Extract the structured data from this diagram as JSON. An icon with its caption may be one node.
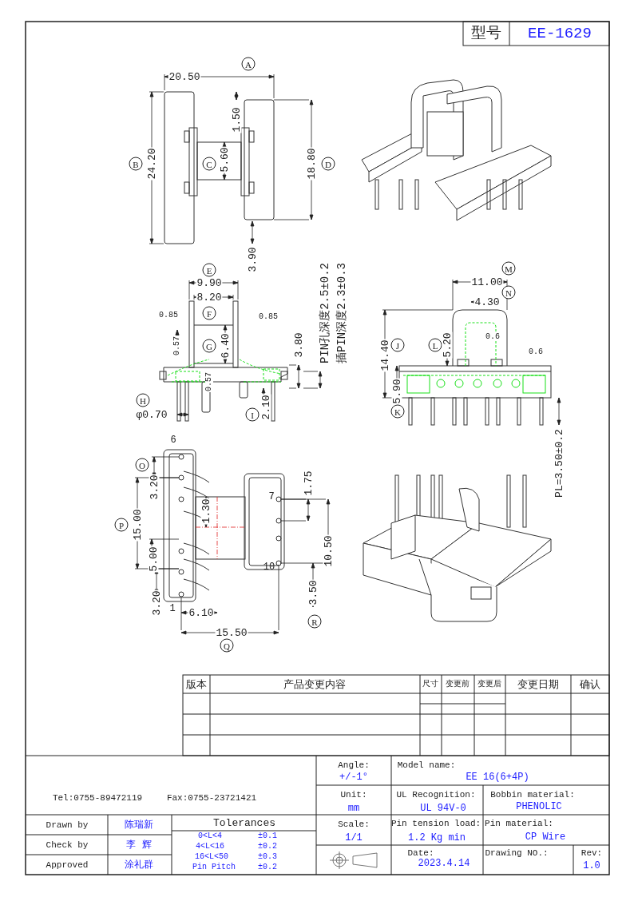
{
  "diagram": {
    "labels": [
      "型号",
      "EE-1629",
      "A",
      "20.50",
      "B",
      "24.20",
      "1.50",
      "C",
      "5.60",
      "18.80",
      "D",
      "3.90",
      "E",
      "9.90",
      "8.20",
      "0.85",
      "F",
      "0.85",
      "0.57",
      "G",
      "6.40",
      "0.57",
      "3.80",
      "PIN孔深度2.5±0.2",
      "插PIN深度2.3±0.3",
      "H",
      "φ0.70",
      "I",
      "2.10",
      "M",
      "11.00",
      "N",
      "4.30",
      "0.6",
      "0.6",
      "J",
      "14.40",
      "L",
      "5.20",
      "5.90",
      "K",
      "PL=3.50±0.2",
      "6",
      "O",
      "3.20",
      "P",
      "15.00",
      "1.30",
      "5.00",
      "3.20",
      "1",
      "6.10",
      "7",
      "1.75",
      "10.50",
      "10",
      "3.50",
      "R",
      "15.50",
      "Q",
      "版本",
      "产品变更内容",
      "尺寸",
      "变更前",
      "变更后",
      "变更日期",
      "确认",
      "Tel:0755-89472119",
      "Fax:0755-23721421",
      "Drawn by",
      "陈瑞新",
      "Check by",
      "李 辉",
      "Approved",
      "涂礼群",
      "Tolerances",
      "0<L<4",
      "±0.1",
      "4<L<16",
      "±0.2",
      "16<L<50",
      "±0.3",
      "Pin Pitch",
      "±0.2",
      "Angle:",
      "+/-1°",
      "Model name:",
      "EE 16(6+4P)",
      "Unit:",
      "mm",
      "UL Recognition:",
      "UL 94V-0",
      "Bobbin material:",
      "PHENOLIC",
      "Scale:",
      "1/1",
      "Pin tension load:",
      "1.2 Kg min",
      "Pin material:",
      "CP Wire",
      "Date:",
      "2023.4.14",
      "Drawing NO.:",
      "Rev:",
      "1.0"
    ]
  }
}
